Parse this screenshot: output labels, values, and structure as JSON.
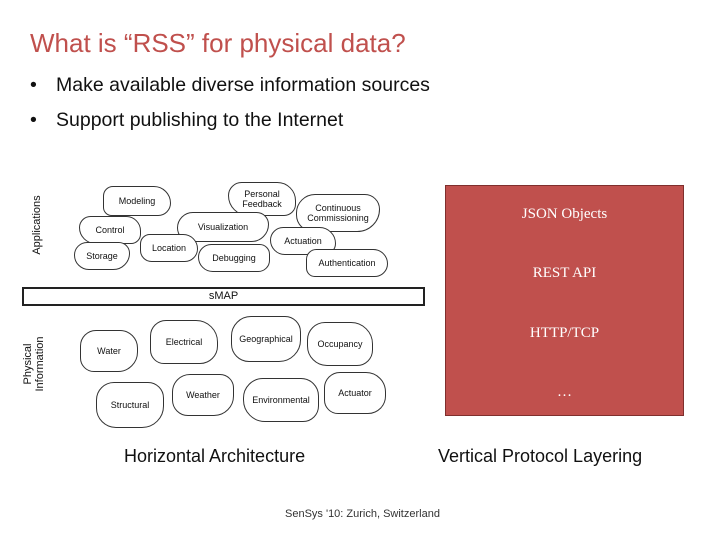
{
  "slide": {
    "title": "What is “RSS” for physical data?",
    "bullets": [
      "Make available diverse information sources",
      "Support publishing to the Internet"
    ]
  },
  "diagram": {
    "applications_label": "Applications",
    "physical_label_line1": "Physical",
    "physical_label_line2": "Information",
    "applications": [
      "Personal Feedback",
      "Modeling",
      "Continuous Commissioning",
      "Visualization",
      "Control",
      "Actuation",
      "Location",
      "Storage",
      "Debugging",
      "Authentication"
    ],
    "smap_label": "sMAP",
    "sources": [
      "Electrical",
      "Geographical",
      "Occupancy",
      "Water",
      "Weather",
      "Environmental",
      "Actuator",
      "Structural"
    ],
    "protocol_layers": [
      "JSON Objects",
      "REST API",
      "HTTP/TCP",
      "…"
    ],
    "stack_color": "#c0504d",
    "horizontal_caption": "Horizontal Architecture",
    "vertical_caption": "Vertical Protocol Layering"
  },
  "footer": "SenSys '10: Zurich, Switzerland",
  "colors": {
    "title": "#c0504d"
  }
}
